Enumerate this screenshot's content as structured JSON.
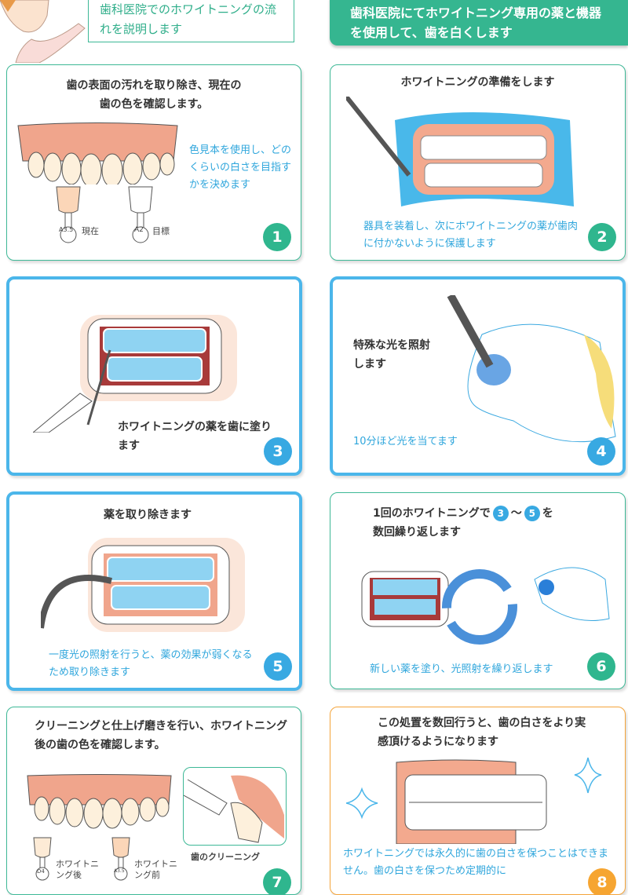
{
  "header": {
    "intro": "歯科医院でのホワイトニングの流れを説明します",
    "summary": "歯科医院にてホワイトニング専用の薬と機器を使用して、歯を白くします"
  },
  "colors": {
    "green": "#35b690",
    "blue": "#38a9e2",
    "orange": "#f6a531"
  },
  "steps": [
    {
      "number": "1",
      "title": "歯の表面の汚れを取り除き、現在の歯の色を確認します。",
      "note": "色見本を使用し、どのくらいの白さを目指すかを決めます",
      "shade_current": "A3.5",
      "shade_current_label": "現在",
      "shade_target": "A2",
      "shade_target_label": "目標"
    },
    {
      "number": "2",
      "title": "ホワイトニングの準備をします",
      "note": "器具を装着し、次にホワイトニングの薬が歯肉に付かないように保護します"
    },
    {
      "number": "3",
      "title": "ホワイトニングの薬を歯に塗ります"
    },
    {
      "number": "4",
      "title": "特殊な光を照射します",
      "note": "10分ほど光を当てます"
    },
    {
      "number": "5",
      "title": "薬を取り除きます",
      "note": "一度光の照射を行うと、薬の効果が弱くなるため取り除きます"
    },
    {
      "number": "6",
      "title_pre": "1回のホワイトニングで",
      "ref_a": "3",
      "tilde": "～",
      "ref_b": "5",
      "title_post": "を",
      "title_line2": "数回繰り返します",
      "note": "新しい薬を塗り、光照射を繰り返します"
    },
    {
      "number": "7",
      "title": "クリーニングと仕上げ磨きを行い、ホワイトニング後の歯の色を確認します。",
      "inset_caption": "歯のクリーニング",
      "shade_after": "D4",
      "shade_after_label": "ホワイトニング後",
      "shade_before": "A3.5",
      "shade_before_label": "ホワイトニング前"
    },
    {
      "number": "8",
      "title": "この処置を数回行うと、歯の白さをより実感頂けるようになります",
      "note": "ホワイトニングでは永久的に歯の白さを保つことはできません。歯の白さを保つため定期的に"
    }
  ]
}
